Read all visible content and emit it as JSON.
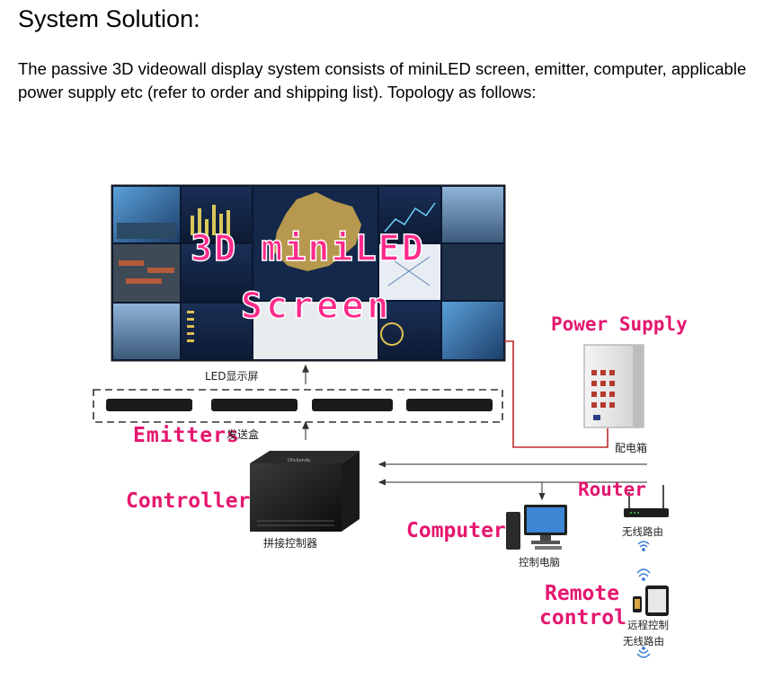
{
  "heading": "System Solution:",
  "intro": "The passive 3D videowall display system consists of miniLED screen, emitter, computer, applicable power supply etc (refer to order and shipping list). Topology as follows:",
  "screen": {
    "label_line1": "3D miniLED",
    "label_line2": "Screen",
    "cn_caption": "LED显示屏"
  },
  "emitters": {
    "label": "Emitters",
    "cn_caption": "发送盒"
  },
  "power_supply": {
    "label": "Power Supply",
    "cn_caption": "配电箱"
  },
  "controller": {
    "label": "Controller",
    "cn_caption": "拼接控制器",
    "brand": "Uhcilunda"
  },
  "router": {
    "label": "Router",
    "cn_caption": "无线路由"
  },
  "computer": {
    "label": "Computer",
    "cn_caption": "控制电脑"
  },
  "remote": {
    "label_line1": "Remote",
    "label_line2": "control",
    "cn_caption_line1": "远程控制",
    "cn_caption_line2": "无线路由"
  },
  "colors": {
    "accent": "#e5176f",
    "power_line": "#c0282d",
    "signal_line": "#444444"
  }
}
